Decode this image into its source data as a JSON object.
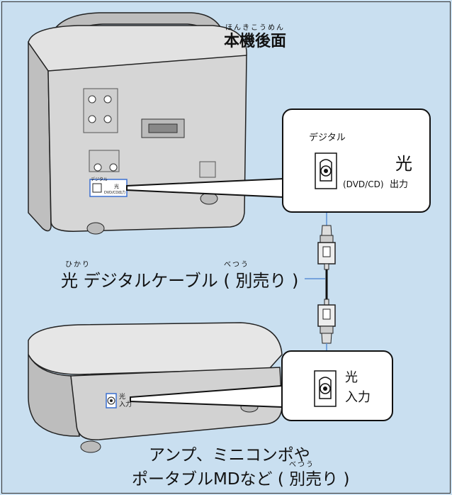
{
  "back_panel": {
    "ruby": "ほんきこうめん",
    "title": "本機後面"
  },
  "player_callout": {
    "title": "デジタル",
    "port_label_big": "光",
    "port_label_sub": "(DVD/CD)",
    "port_label_end": "出力"
  },
  "player_panel": {
    "small_label": "デジタル",
    "small_port": "光",
    "small_sub": "DVD/CD出力"
  },
  "cable": {
    "ruby_left": "ひかり",
    "ruby_right": "べつう",
    "label": "光 デジタルケーブル ( 別売り )"
  },
  "amp_callout": {
    "line1": "光",
    "line2": "入力"
  },
  "amp_panel": {
    "line1": "光",
    "line2": "入力"
  },
  "bottom_caption": {
    "line1": "アンプ、ミニコンポや",
    "ruby": "べつう",
    "line2": "ポータブルMDなど ( 別売り )"
  },
  "colors": {
    "background": "#c9dff0",
    "device": "#d4d4d4",
    "outline": "#111111",
    "cable_link": "#5b8fd6"
  }
}
